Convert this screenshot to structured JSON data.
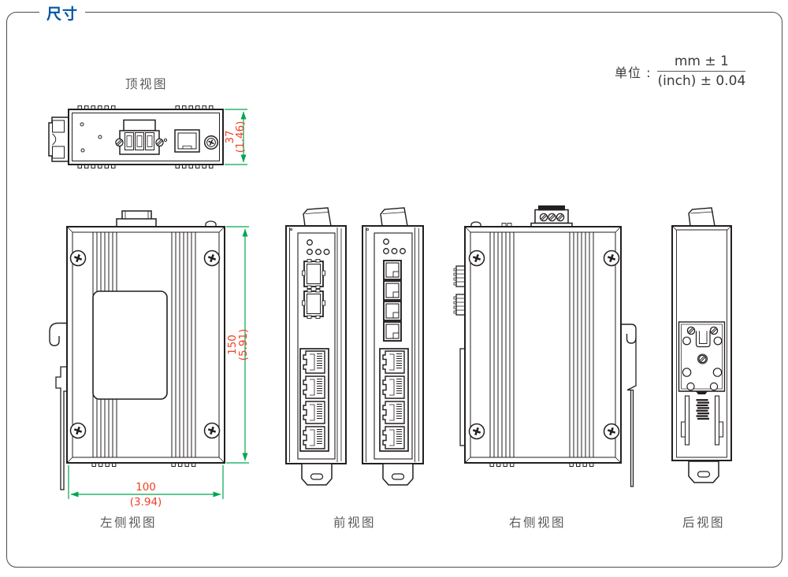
{
  "header": {
    "title": "尺寸"
  },
  "unit": {
    "label": "单位 :",
    "numerator": "mm ± 1",
    "denominator": "(inch) ± 0.04"
  },
  "views": {
    "top": {
      "label": "顶视图"
    },
    "left_side": {
      "label": "左侧视图"
    },
    "front": {
      "label": "前视图"
    },
    "right_side": {
      "label": "右侧视图"
    },
    "rear": {
      "label": "后视图"
    }
  },
  "dimensions": {
    "depth": {
      "mm": "37",
      "inch": "(1.46)"
    },
    "height": {
      "mm": "150",
      "inch": "(5.91)"
    },
    "width": {
      "mm": "100",
      "inch": "(3.94)"
    }
  },
  "colors": {
    "accent_blue": "#0054a6",
    "dimension_text": "#ee4023",
    "dimension_line": "#00a651",
    "drawing_stroke": "#231f20",
    "label_gray": "#57585a"
  }
}
